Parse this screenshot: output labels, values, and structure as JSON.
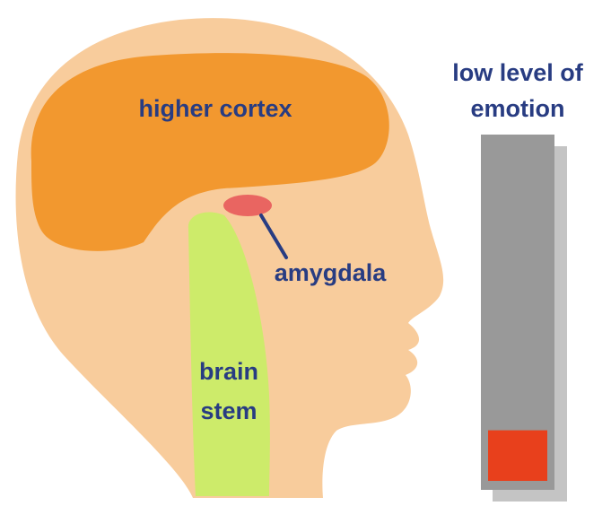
{
  "labels": {
    "higher_cortex": "higher cortex",
    "amygdala": "amygdala",
    "brain_stem_line1": "brain",
    "brain_stem_line2": "stem",
    "meter_title_line1": "low level of",
    "meter_title_line2": "emotion"
  },
  "emotion_meter": {
    "level_fraction": 0.15
  },
  "colors": {
    "skin": "#f8cc9c",
    "cortex": "#f2982f",
    "brain_stem": "#cdeb6a",
    "amygdala": "#e96561",
    "label_text": "#283c82",
    "meter_bar": "#999999",
    "meter_shadow": "#c4c4c4",
    "meter_fill": "#e8401c"
  }
}
